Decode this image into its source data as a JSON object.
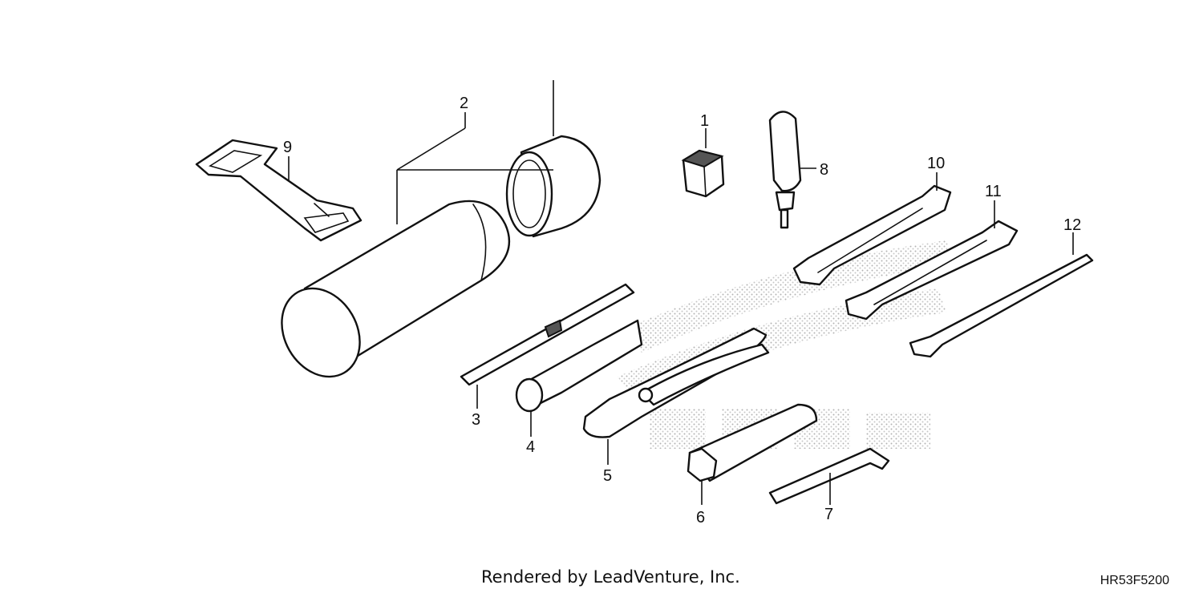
{
  "diagram": {
    "callouts": {
      "c1": "1",
      "c2": "2",
      "c3": "3",
      "c4": "4",
      "c5": "5",
      "c6": "6",
      "c7": "7",
      "c8": "8",
      "c9": "9",
      "c10": "10",
      "c11": "11",
      "c12": "12"
    }
  },
  "footer": {
    "credit": "Rendered by LeadVenture, Inc.",
    "diagram_code": "HR53F5200"
  }
}
